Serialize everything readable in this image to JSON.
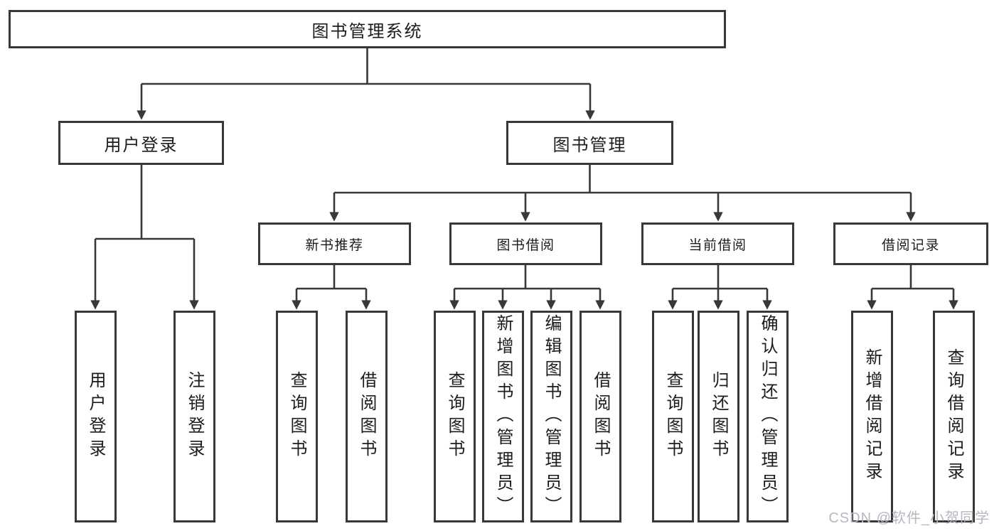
{
  "diagram": {
    "root": {
      "label": "图书管理系统"
    },
    "children": [
      {
        "label": "用户登录",
        "children": [
          {
            "label": "用户登录"
          },
          {
            "label": "注销登录"
          }
        ]
      },
      {
        "label": "图书管理",
        "children": [
          {
            "label": "新书推荐",
            "children": [
              {
                "label": "查询图书"
              },
              {
                "label": "借阅图书"
              }
            ]
          },
          {
            "label": "图书借阅",
            "children": [
              {
                "label": "查询图书"
              },
              {
                "label": "新增图书（管理员）"
              },
              {
                "label": "编辑图书（管理员）"
              },
              {
                "label": "借阅图书"
              }
            ]
          },
          {
            "label": "当前借阅",
            "children": [
              {
                "label": "查询图书"
              },
              {
                "label": "归还图书"
              },
              {
                "label": "确认归还（管理员）"
              }
            ]
          },
          {
            "label": "借阅记录",
            "children": [
              {
                "label": "新增借阅记录"
              },
              {
                "label": "查询借阅记录"
              }
            ]
          }
        ]
      }
    ]
  },
  "watermark": "CSDN @软件_小贺同学",
  "colors": {
    "line": "#383838",
    "text": "#1c1c1c",
    "watermark": "#b4b8bf",
    "background": "#ffffff"
  }
}
